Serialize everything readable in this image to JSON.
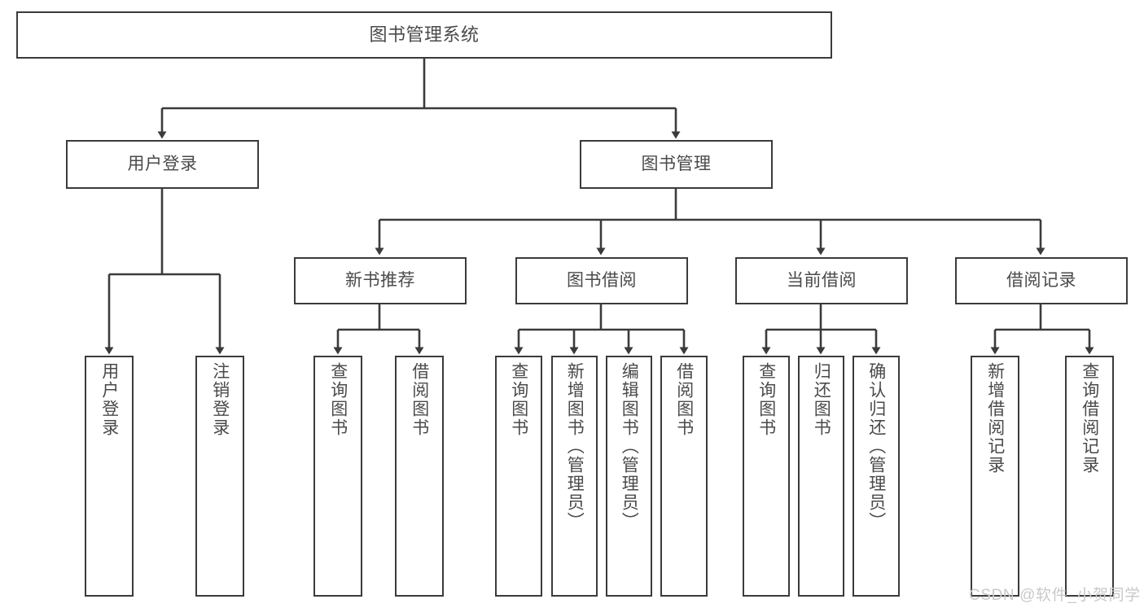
{
  "diagram": {
    "type": "tree-hierarchy",
    "title": "图书管理系统",
    "watermark": "CSDN @软件_小贺同学",
    "colors": {
      "box_border": "#3b3b3b",
      "box_fill": "#ffffff",
      "connector": "#3b3b3b",
      "text": "#4a4a4a",
      "watermark": "#c9c9c9",
      "background": "#ffffff"
    },
    "levels": [
      {
        "level": 0,
        "name": "system-root"
      },
      {
        "level": 1,
        "name": "modules"
      },
      {
        "level": 2,
        "name": "submodules"
      },
      {
        "level": 3,
        "name": "functions"
      }
    ],
    "nodes": {
      "root": {
        "id": "root",
        "label": "图书管理系统",
        "orientation": "horizontal"
      },
      "user_login": {
        "id": "user-login",
        "label": "用户登录",
        "orientation": "horizontal"
      },
      "book_manage": {
        "id": "book-manage",
        "label": "图书管理",
        "orientation": "horizontal"
      },
      "new_book_rec": {
        "id": "new-book-recommend",
        "label": "新书推荐",
        "orientation": "horizontal"
      },
      "book_borrow": {
        "id": "book-borrow",
        "label": "图书借阅",
        "orientation": "horizontal"
      },
      "current_borrow": {
        "id": "current-borrow",
        "label": "当前借阅",
        "orientation": "horizontal"
      },
      "borrow_record": {
        "id": "borrow-record",
        "label": "借阅记录",
        "orientation": "horizontal"
      },
      "leaf_user_login": {
        "id": "leaf-user-login",
        "label": "用户登录",
        "orientation": "vertical"
      },
      "leaf_logout": {
        "id": "leaf-logout",
        "label": "注销登录",
        "orientation": "vertical"
      },
      "leaf_query_book_1": {
        "id": "leaf-query-book-1",
        "label": "查询图书",
        "orientation": "vertical"
      },
      "leaf_borrow_book_1": {
        "id": "leaf-borrow-book-1",
        "label": "借阅图书",
        "orientation": "vertical"
      },
      "leaf_query_book_2": {
        "id": "leaf-query-book-2",
        "label": "查询图书",
        "orientation": "vertical"
      },
      "leaf_add_book": {
        "id": "leaf-add-book",
        "label": "新增图书（管理员）",
        "orientation": "vertical"
      },
      "leaf_edit_book": {
        "id": "leaf-edit-book",
        "label": "编辑图书（管理员）",
        "orientation": "vertical"
      },
      "leaf_borrow_book_2": {
        "id": "leaf-borrow-book-2",
        "label": "借阅图书",
        "orientation": "vertical"
      },
      "leaf_query_book_3": {
        "id": "leaf-query-book-3",
        "label": "查询图书",
        "orientation": "vertical"
      },
      "leaf_return_book": {
        "id": "leaf-return-book",
        "label": "归还图书",
        "orientation": "vertical"
      },
      "leaf_confirm_return": {
        "id": "leaf-confirm-return",
        "label": "确认归还（管理员）",
        "orientation": "vertical"
      },
      "leaf_add_record": {
        "id": "leaf-add-record",
        "label": "新增借阅记录",
        "orientation": "vertical"
      },
      "leaf_query_record": {
        "id": "leaf-query-record",
        "label": "查询借阅记录",
        "orientation": "vertical"
      }
    },
    "edges": [
      {
        "from": "root",
        "to": "user_login"
      },
      {
        "from": "root",
        "to": "book_manage"
      },
      {
        "from": "user_login",
        "to": "leaf_user_login"
      },
      {
        "from": "user_login",
        "to": "leaf_logout"
      },
      {
        "from": "book_manage",
        "to": "new_book_rec"
      },
      {
        "from": "book_manage",
        "to": "book_borrow"
      },
      {
        "from": "book_manage",
        "to": "current_borrow"
      },
      {
        "from": "book_manage",
        "to": "borrow_record"
      },
      {
        "from": "new_book_rec",
        "to": "leaf_query_book_1"
      },
      {
        "from": "new_book_rec",
        "to": "leaf_borrow_book_1"
      },
      {
        "from": "book_borrow",
        "to": "leaf_query_book_2"
      },
      {
        "from": "book_borrow",
        "to": "leaf_add_book"
      },
      {
        "from": "book_borrow",
        "to": "leaf_edit_book"
      },
      {
        "from": "book_borrow",
        "to": "leaf_borrow_book_2"
      },
      {
        "from": "current_borrow",
        "to": "leaf_query_book_3"
      },
      {
        "from": "current_borrow",
        "to": "leaf_return_book"
      },
      {
        "from": "current_borrow",
        "to": "leaf_confirm_return"
      },
      {
        "from": "borrow_record",
        "to": "leaf_add_record"
      },
      {
        "from": "borrow_record",
        "to": "leaf_query_record"
      }
    ]
  }
}
